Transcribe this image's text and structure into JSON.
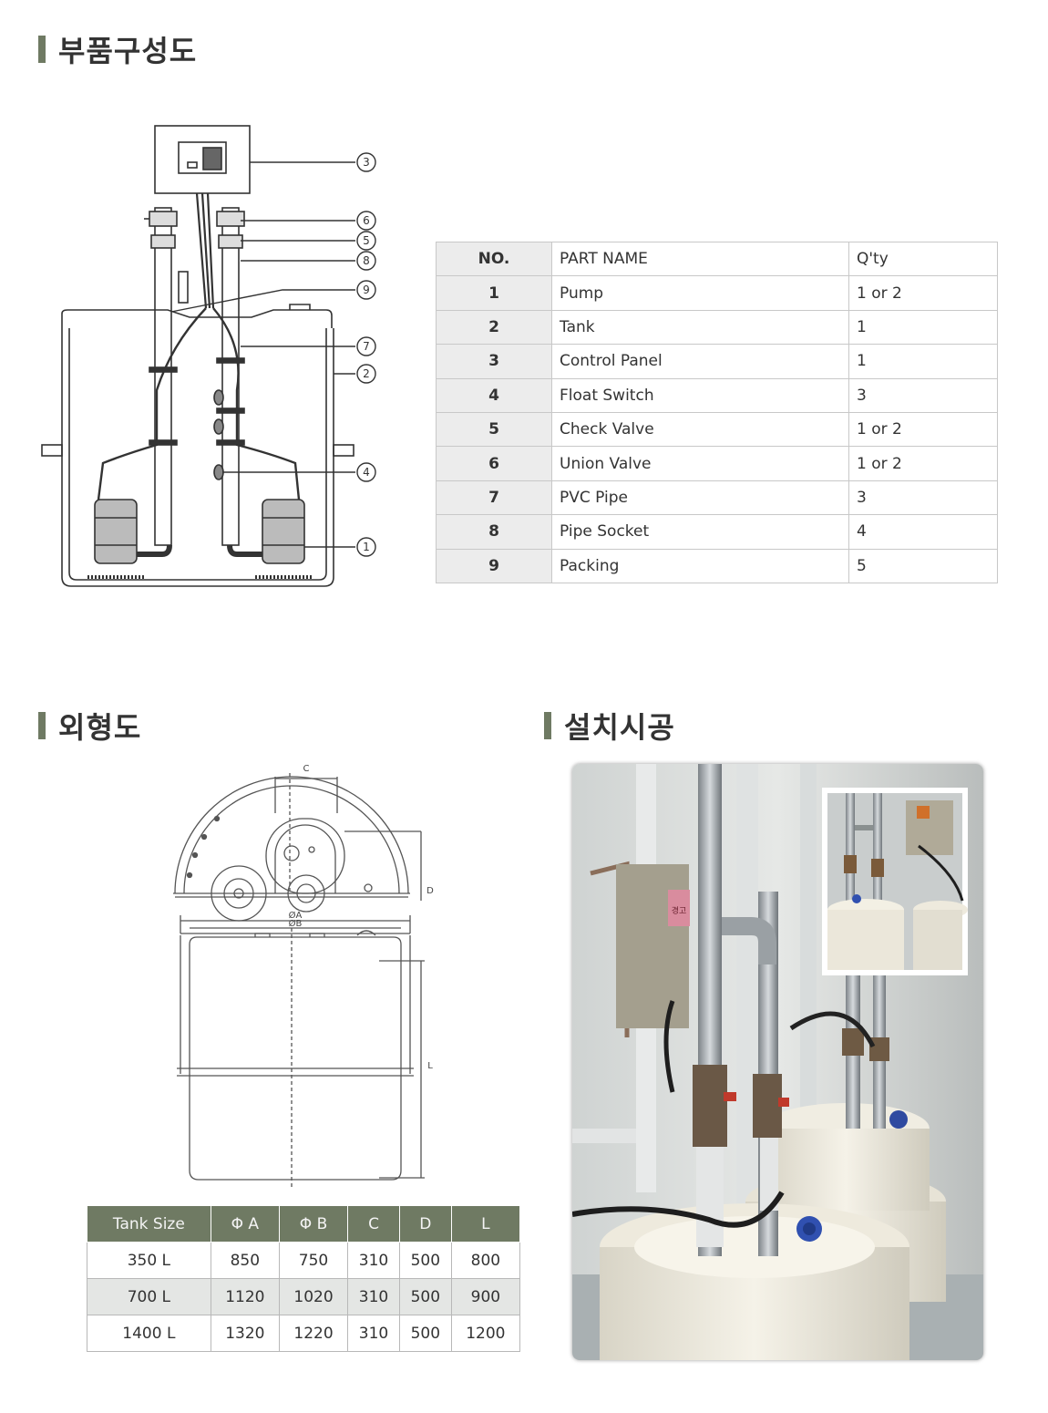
{
  "sections": {
    "parts": "부품구성도",
    "outline": "외형도",
    "install": "설치시공"
  },
  "diagram_callouts": [
    "3",
    "6",
    "5",
    "8",
    "9",
    "7",
    "2",
    "4",
    "1"
  ],
  "parts_table": {
    "headers": {
      "no": "NO.",
      "name": "PART NAME",
      "qty": "Q'ty"
    },
    "rows": [
      {
        "no": "1",
        "name": "Pump",
        "qty": "1 or 2"
      },
      {
        "no": "2",
        "name": "Tank",
        "qty": "1"
      },
      {
        "no": "3",
        "name": "Control Panel",
        "qty": "1"
      },
      {
        "no": "4",
        "name": "Float Switch",
        "qty": "3"
      },
      {
        "no": "5",
        "name": "Check Valve",
        "qty": "1 or 2"
      },
      {
        "no": "6",
        "name": "Union Valve",
        "qty": "1 or 2"
      },
      {
        "no": "7",
        "name": "PVC Pipe",
        "qty": "3"
      },
      {
        "no": "8",
        "name": "Pipe Socket",
        "qty": "4"
      },
      {
        "no": "9",
        "name": "Packing",
        "qty": "5"
      }
    ]
  },
  "outline_labels": {
    "c": "C",
    "d": "D",
    "a": "ØA",
    "b": "ØB",
    "l": "L"
  },
  "size_table": {
    "headers": [
      "Tank Size",
      "Φ A",
      "Φ B",
      "C",
      "D",
      "L"
    ],
    "rows": [
      [
        "350 L",
        "850",
        "750",
        "310",
        "500",
        "800"
      ],
      [
        "700 L",
        "1120",
        "1020",
        "310",
        "500",
        "900"
      ],
      [
        "1400 L",
        "1320",
        "1220",
        "310",
        "500",
        "1200"
      ]
    ]
  },
  "photo_sign": "경고"
}
